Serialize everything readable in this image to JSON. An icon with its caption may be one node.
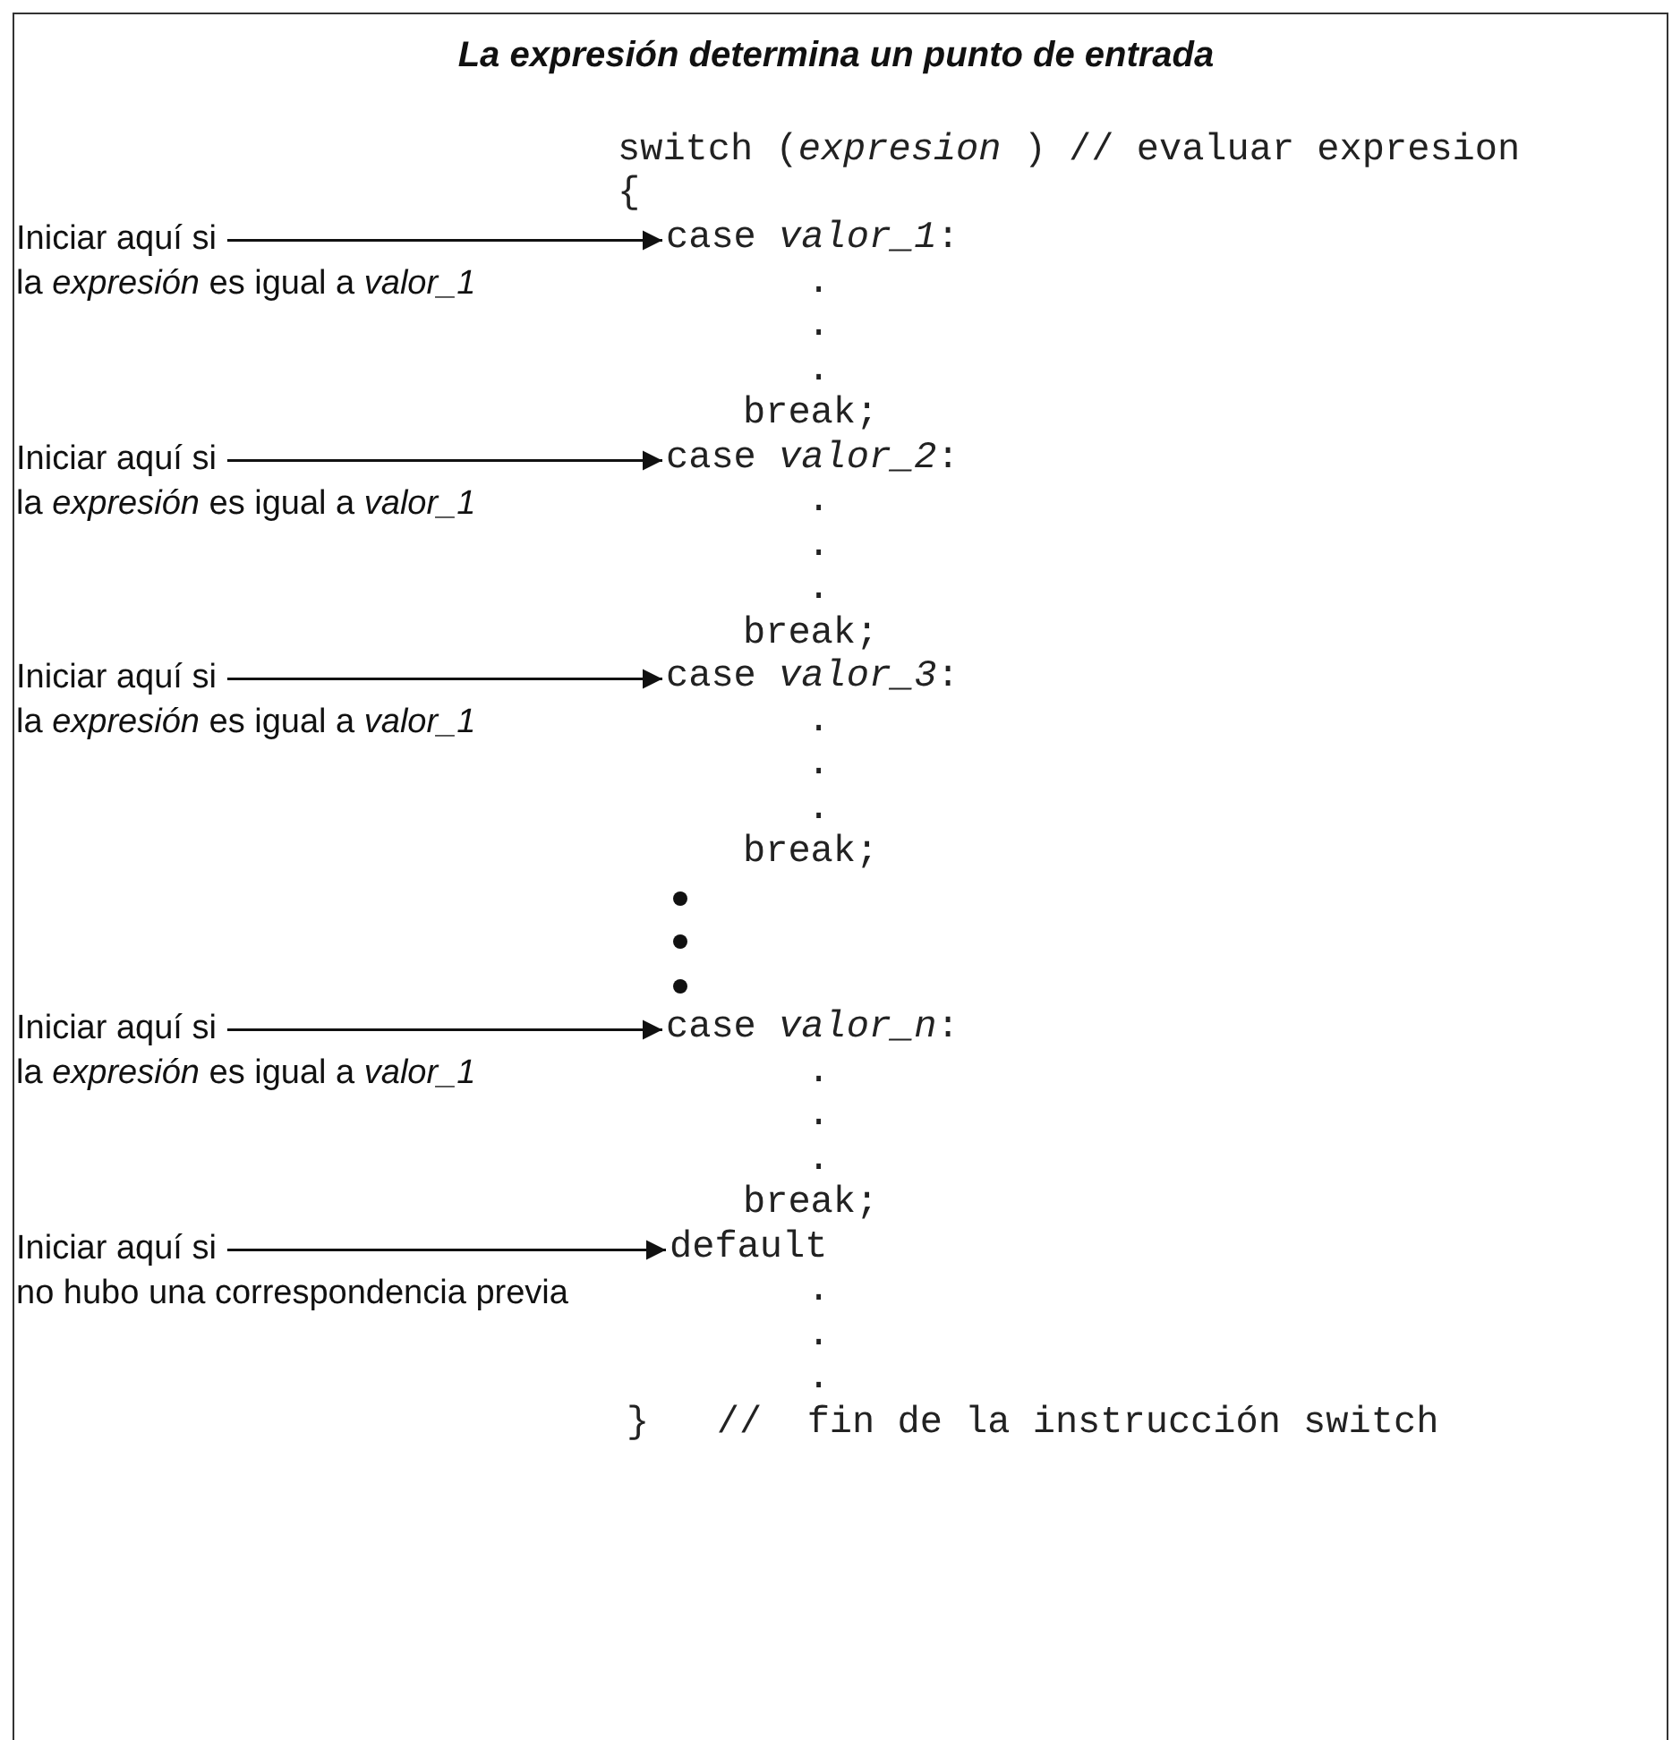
{
  "diagram": {
    "title": "La expresión determina un punto de entrada",
    "nodes": [
      {
        "text": [
          "Iniciar aquí si",
          "la *expresión* es igual a *valor_1*"
        ]
      },
      {
        "text": [
          "case *valor_1*:"
        ]
      },
      {
        "text": [
          "Iniciar aquí si",
          "la *expresión* es igual a *valor_1*"
        ]
      },
      {
        "text": [
          "case *valor_2*:"
        ]
      },
      {
        "text": [
          "Iniciar aquí si",
          "la *expresión* es igual a *valor_1*"
        ]
      },
      {
        "text": [
          "case *valor_3*:"
        ]
      },
      {
        "text": [
          "Iniciar aquí si",
          "la *expresión* es igual a *valor_1*"
        ]
      },
      {
        "text": [
          "case *valor_n*:"
        ]
      },
      {
        "text": [
          "Iniciar aquí si",
          "no hubo una correspondencia previa"
        ]
      },
      {
        "text": [
          "default"
        ]
      }
    ],
    "edges": [
      {
        "from": 0,
        "to": 1,
        "arrow": "to"
      },
      {
        "from": 2,
        "to": 3,
        "arrow": "to"
      },
      {
        "from": 4,
        "to": 5,
        "arrow": "to"
      },
      {
        "from": 6,
        "to": 7,
        "arrow": "to"
      },
      {
        "from": 8,
        "to": 9,
        "arrow": "to"
      }
    ],
    "labels": [
      "switch (*expresion* ) // evaluar expresion",
      "{",
      ".",
      ".",
      ".",
      "break;",
      ".",
      ".",
      ".",
      "break;",
      ".",
      ".",
      ".",
      "break;",
      ".",
      ".",
      ".",
      "break;",
      ".",
      ".",
      ".",
      "}   //  fin de la instrucción switch"
    ]
  }
}
